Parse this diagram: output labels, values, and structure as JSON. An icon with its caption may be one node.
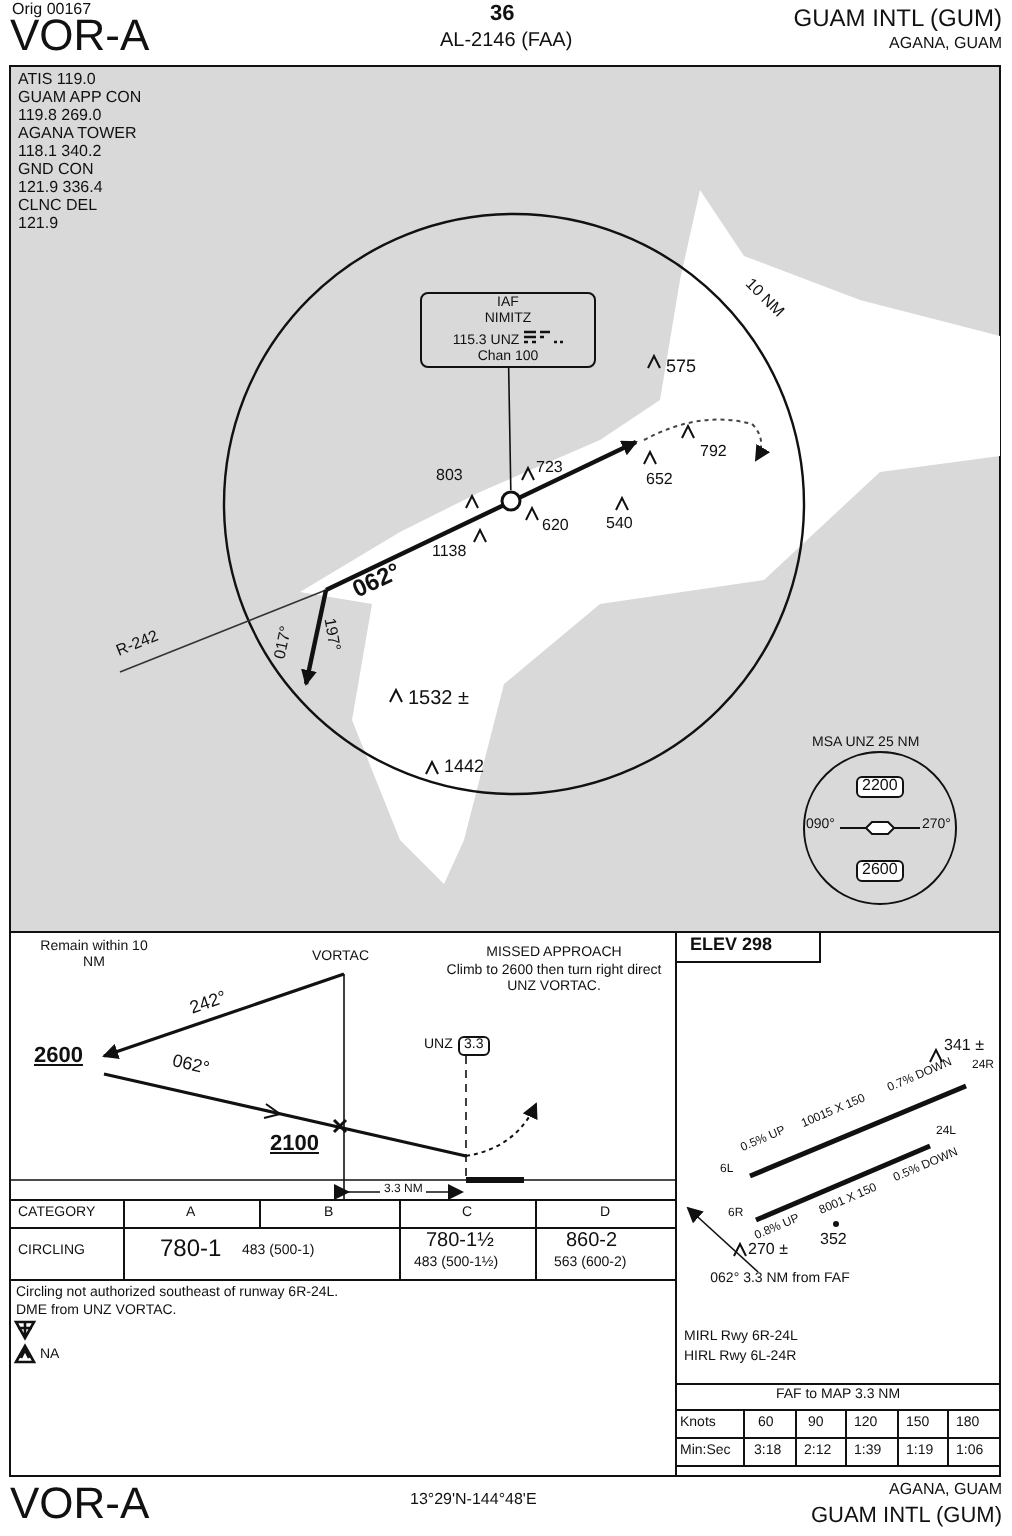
{
  "diagram": {
    "nodes": [
      {
        "text": [
          "IAF",
          "NIMITZ",
          "115.3 UNZ",
          "Chan 100"
        ]
      },
      {
        "text": [],
        "shape": "circle"
      },
      {
        "text": [
          "062° 3.3 NM from FAF"
        ]
      }
    ],
    "edges": [
      {
        "from": 0,
        "to": 1,
        "arrow": "none"
      },
      {
        "from": 2,
        "to": null,
        "arrow": "to"
      }
    ],
    "labels": [
      "Orig 00167",
      "VOR-A",
      "36",
      "AL-2146 (FAA)",
      "GUAM INTL (GUM)",
      "AGANA, GUAM",
      "ATIS 119.0",
      "GUAM APP CON",
      "119.8 269.0",
      "AGANA TOWER",
      "118.1 340.2",
      "GND CON",
      "121.9 336.4",
      "CLNC DEL",
      "121.9",
      "10 NM",
      "575",
      "803",
      "723",
      "652",
      "792",
      "620",
      "540",
      "1138",
      "062°",
      "R-242",
      "017°",
      "197°",
      "1532 ±",
      "1442",
      "MSA UNZ 25 NM",
      "2200",
      "090°",
      "270°",
      "2600",
      "Remain within 10 NM",
      "VORTAC",
      "MISSED APPROACH",
      "Climb to 2600 then turn right direct UNZ VORTAC.",
      "242°",
      "2600",
      "062°",
      "2100",
      "UNZ",
      "3.3",
      "3.3 NM",
      "ELEV 298",
      "341 ±",
      "6L",
      "24R",
      "0.5% UP",
      "0.7% DOWN",
      "10015 X 150",
      "6R",
      "24L",
      "0.8% UP",
      "0.5% DOWN",
      "8001 X 150",
      "352",
      "270 ±",
      "CATEGORY",
      "A",
      "B",
      "C",
      "D",
      "CIRCLING",
      "780-1",
      "483 (500-1)",
      "780-1½",
      "483 (500-1½)",
      "860-2",
      "563 (600-2)",
      "Circling not authorized southeast of runway 6R-24L.",
      "DME from UNZ VORTAC.",
      "NA",
      "MIRL Rwy 6R-24L",
      "HIRL Rwy 6L-24R",
      "FAF to MAP 3.3 NM",
      "Knots",
      "60",
      "90",
      "120",
      "150",
      "180",
      "Min:Sec",
      "3:18",
      "2:12",
      "1:39",
      "1:19",
      "1:06",
      "VOR-A",
      "13°29'N-144°48'E",
      "AGANA, GUAM",
      "GUAM INTL (GUM)"
    ]
  }
}
